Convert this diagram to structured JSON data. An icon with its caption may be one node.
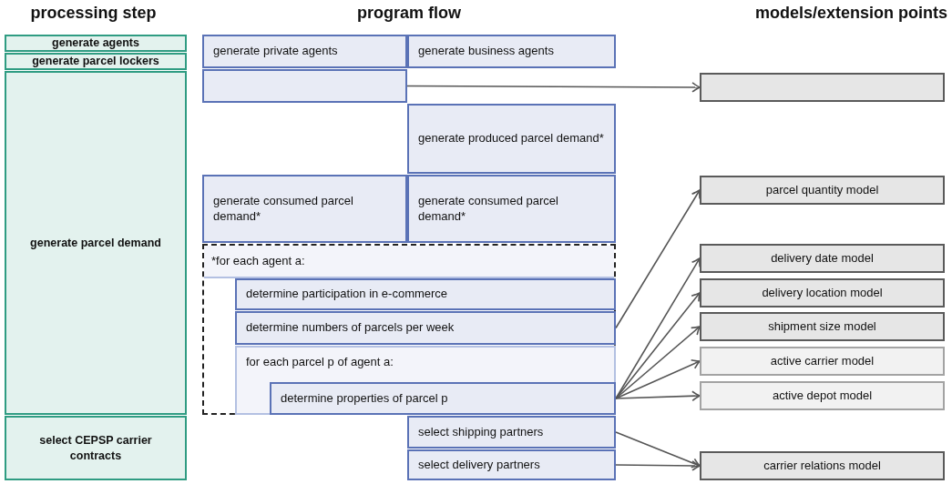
{
  "diagram": {
    "nodes": [
      {
        "text": [
          "generate agents"
        ]
      },
      {
        "text": [
          "generate parcel lockers"
        ]
      },
      {
        "text": [
          "generate parcel demand"
        ]
      },
      {
        "text": [
          "select CEPSP carrier contracts"
        ]
      },
      {
        "text": [
          "generate private agents"
        ]
      },
      {
        "text": [
          "generate business agents"
        ]
      },
      {
        "text": [],
        "shape": "box"
      },
      {
        "text": [
          "generate produced parcel demand*"
        ]
      },
      {
        "text": [
          "generate consumed parcel demand*"
        ]
      },
      {
        "text": [
          "generate consumed parcel demand*"
        ]
      },
      {
        "text": [
          "*for each agent a:"
        ]
      },
      {
        "text": [
          "determine participation in e-commerce"
        ],
        "in": 10
      },
      {
        "text": [
          "determine numbers of parcels per week"
        ],
        "in": 10
      },
      {
        "text": [
          "for each parcel p of agent a:"
        ],
        "in": 10
      },
      {
        "text": [
          "determine properties of parcel p"
        ],
        "in": 13
      },
      {
        "text": [
          "select shipping partners"
        ]
      },
      {
        "text": [
          "select delivery partners"
        ]
      },
      {
        "text": [],
        "shape": "box"
      },
      {
        "text": [
          "parcel quantity model"
        ]
      },
      {
        "text": [
          "delivery date model"
        ]
      },
      {
        "text": [
          "delivery location model"
        ]
      },
      {
        "text": [
          "shipment size model"
        ]
      },
      {
        "text": [
          "active carrier model"
        ]
      },
      {
        "text": [
          "active depot model"
        ]
      },
      {
        "text": [
          "carrier relations model"
        ]
      }
    ],
    "edges": [
      {
        "from": 6,
        "to": 17,
        "arrow": "to"
      },
      {
        "from": 12,
        "to": 18,
        "arrow": "to"
      },
      {
        "from": 14,
        "to": 19,
        "arrow": "to"
      },
      {
        "from": 14,
        "to": 20,
        "arrow": "to"
      },
      {
        "from": 14,
        "to": 21,
        "arrow": "to"
      },
      {
        "from": 14,
        "to": 22,
        "arrow": "to"
      },
      {
        "from": 14,
        "to": 23,
        "arrow": "to"
      },
      {
        "from": 15,
        "to": 24,
        "arrow": "to"
      },
      {
        "from": 16,
        "to": 24,
        "arrow": "to"
      }
    ],
    "labels": [
      "processing step",
      "program flow",
      "models/extension points"
    ]
  }
}
